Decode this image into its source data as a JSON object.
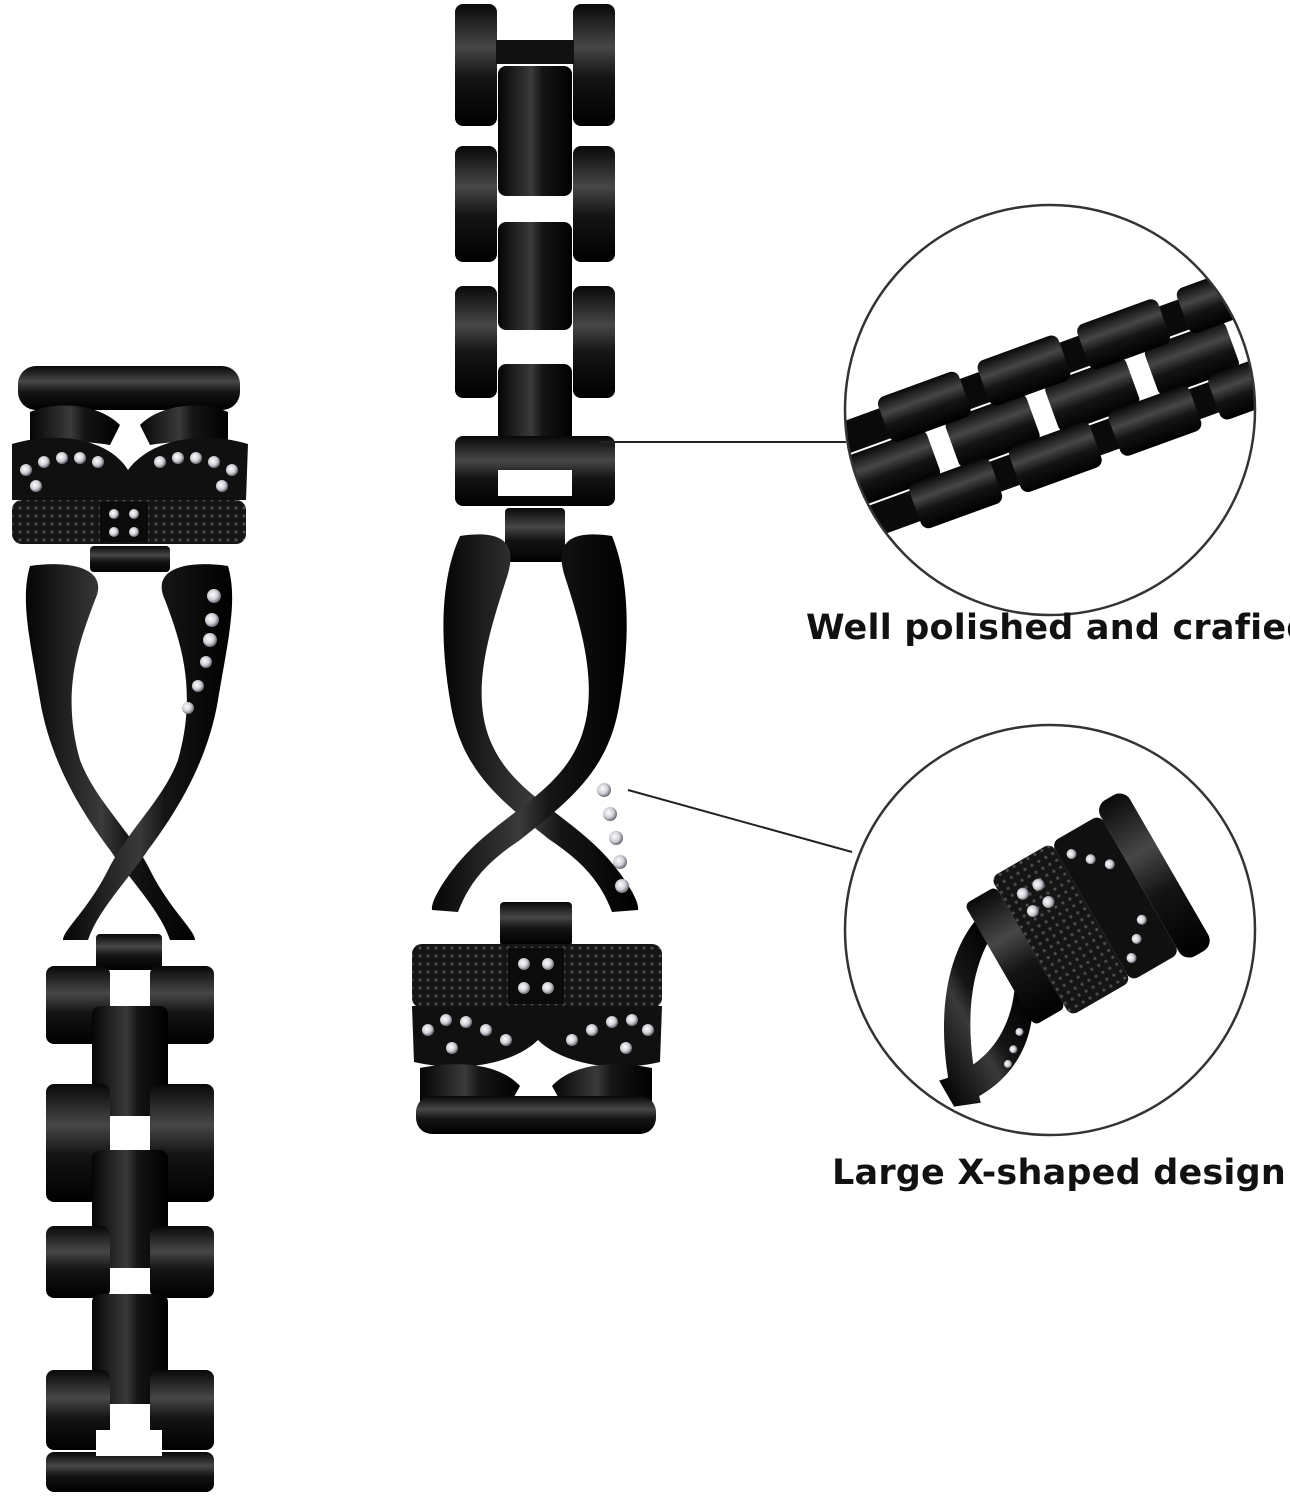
{
  "callouts": [
    {
      "label": "Well polished and crafied",
      "detail": "link-detail"
    },
    {
      "label": "Large X-shaped design",
      "detail": "x-connector-detail"
    }
  ],
  "colors": {
    "background": "#ffffff",
    "metal": "#111111",
    "highlight": "#6a6a6a",
    "rhinestone": "#e8e8ee",
    "callout_line": "#222222"
  }
}
